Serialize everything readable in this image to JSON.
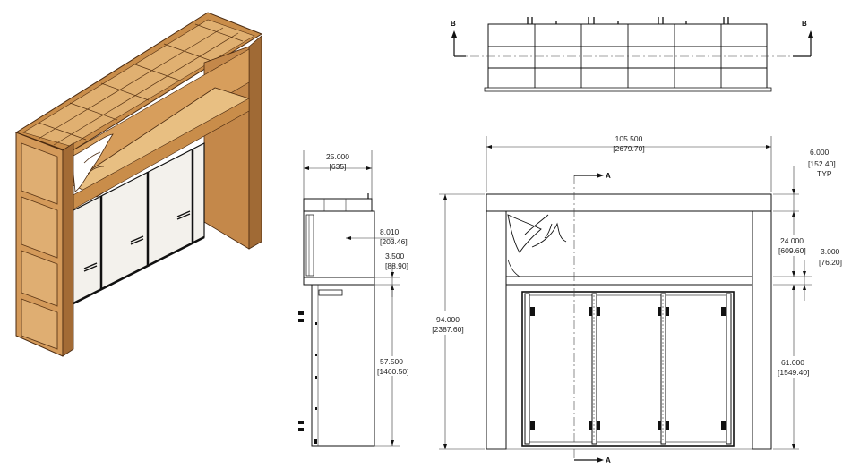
{
  "drawing": {
    "section_label_b_left": "B",
    "section_label_b_right": "B",
    "section_label_a_top": "A",
    "section_label_a_bottom": "A",
    "colors": {
      "wood_light": "#e0b071",
      "wood_mid": "#c98d4a",
      "wood_dark": "#8a5524",
      "line": "#111111",
      "glass": "#f3f1ec"
    }
  },
  "side_view": {
    "depth": "25.000",
    "depth_mm": "[635]",
    "upper_offset": "8.010",
    "upper_offset_mm": "[203.46]",
    "shelf": "3.500",
    "shelf_mm": "[88.90]",
    "lower": "57.500",
    "lower_mm": "[1460.50]"
  },
  "front_view": {
    "width": "105.500",
    "width_mm": "[2679.70]",
    "top_band": "6.000",
    "top_band_mm": "[152.40]",
    "top_band_note": "TYP",
    "upper": "24.000",
    "upper_mm": "[609.60]",
    "shelf": "3.000",
    "shelf_mm": "[76.20]",
    "height": "94.000",
    "height_mm": "[2387.60]",
    "lower": "61.000",
    "lower_mm": "[1549.40]"
  }
}
